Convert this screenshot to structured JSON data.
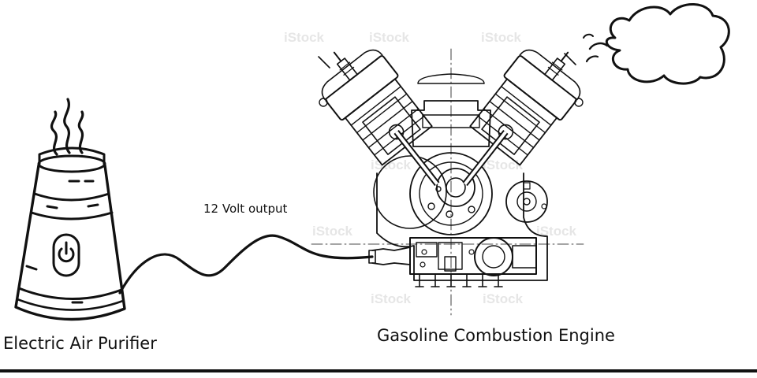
{
  "labels": {
    "purifier": "Electric Air Purifier",
    "engine": "Gasoline Combustion Engine",
    "wire": "12 Volt output"
  },
  "watermark": "iStock",
  "colors": {
    "line": "#111111",
    "background": "#ffffff",
    "watermark": "#e6e6e6"
  }
}
